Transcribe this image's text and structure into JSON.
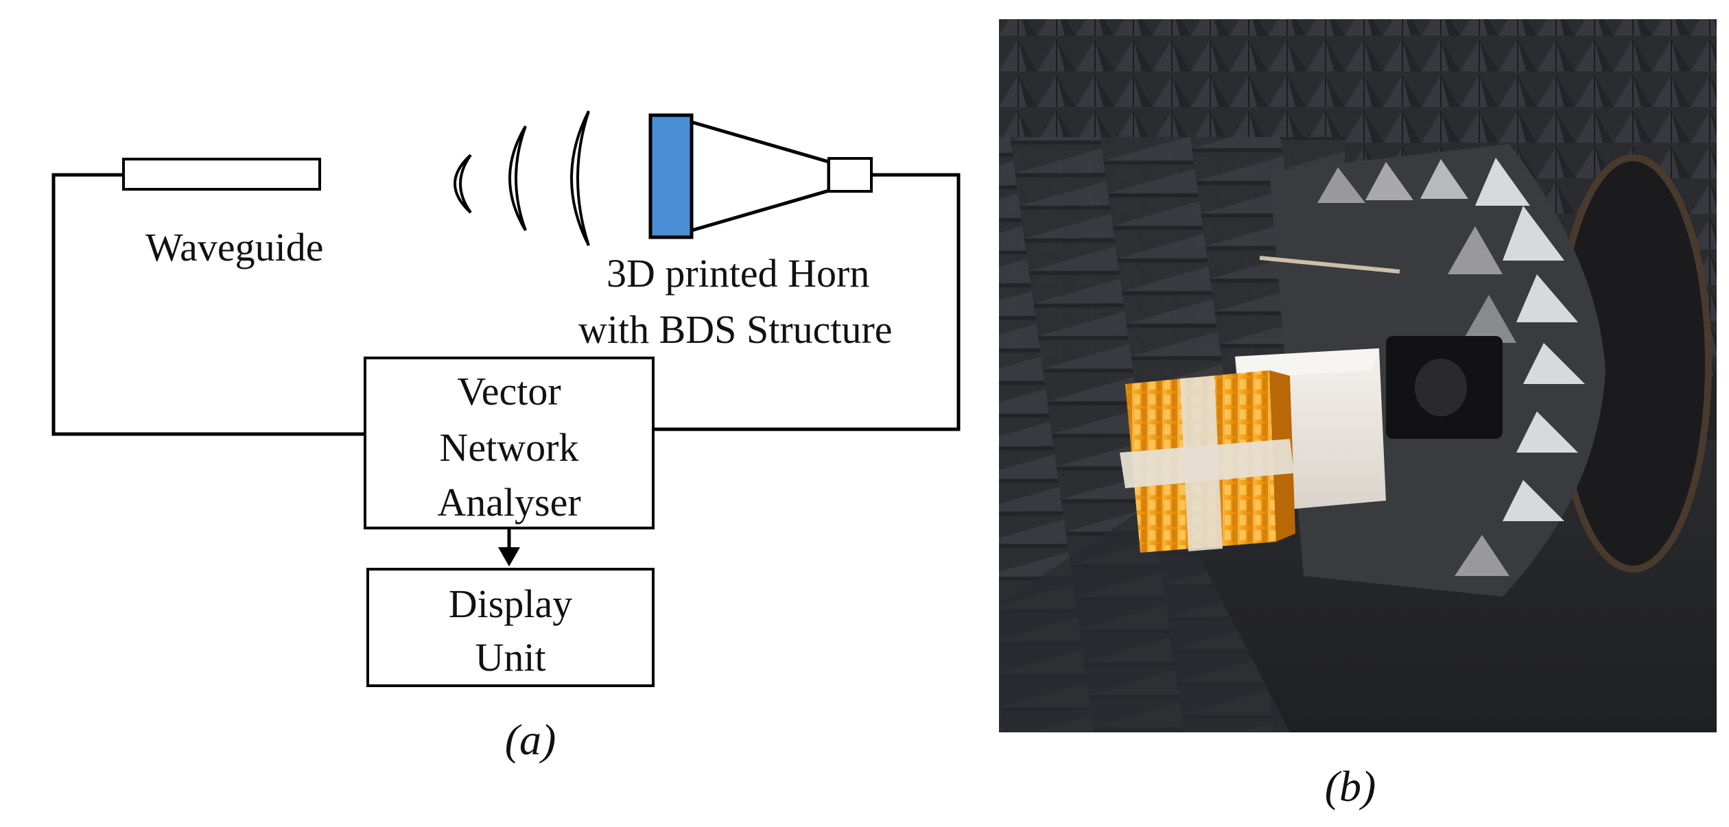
{
  "panel_a": {
    "waveguide_label": "Waveguide",
    "horn_label_line1": "3D printed Horn",
    "horn_label_line2": "with BDS Structure",
    "vna_line1": "Vector",
    "vna_line2": "Network",
    "vna_line3": "Analyser",
    "display_line1": "Display",
    "display_line2": "Unit",
    "caption": "(a)",
    "colors": {
      "lens_fill": "#4a8fd6",
      "line": "#000000"
    }
  },
  "panel_b": {
    "caption": "(b)",
    "description_icon": "anechoic-chamber-photo-icon",
    "colors": {
      "absorber": "#2a2b2e",
      "horn": "#f2a01c",
      "foam": "#ece7df"
    }
  }
}
